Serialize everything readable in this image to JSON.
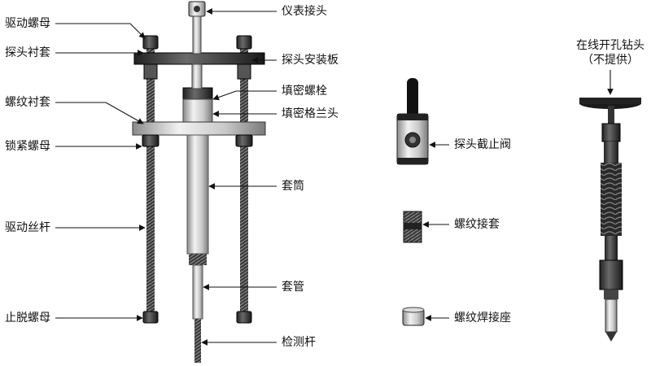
{
  "labels": {
    "drive_nut": "驱动螺母",
    "probe_bushing": "探头衬套",
    "thread_bushing": "螺纹衬套",
    "lock_nut": "锁紧螺母",
    "drive_screw": "驱动丝杆",
    "stop_nut": "止脱螺母",
    "instrument_connector": "仪表接头",
    "probe_mount_plate": "探头安装板",
    "packing_bolt": "填密螺栓",
    "packing_gland": "填密格兰头",
    "sleeve_barrel": "套筒",
    "sleeve_tube": "套管",
    "detection_rod": "检测杆",
    "probe_stop_valve": "探头截止阀",
    "thread_coupling": "螺纹接套",
    "thread_weld_base": "螺纹焊接座",
    "hot_tap_drill_line1": "在线开孔钻头",
    "hot_tap_drill_line2": "（不提供）"
  }
}
